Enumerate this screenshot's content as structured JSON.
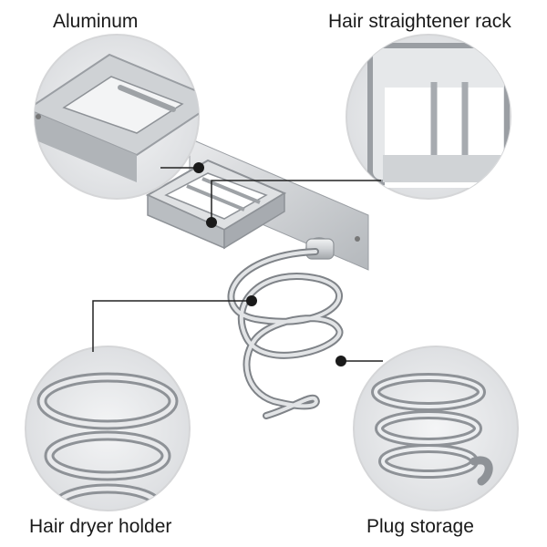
{
  "labels": {
    "aluminum": "Aluminum",
    "straightener_rack": "Hair straightener rack",
    "dryer_holder": "Hair dryer holder",
    "plug_storage": "Plug storage"
  },
  "icons": [
    "magnifier-callout-icon",
    "leader-dot-icon"
  ],
  "colors": {
    "metal_light": "#e6e7e9",
    "metal_mid": "#c2c5c9",
    "metal_dark": "#8e9297",
    "callout_border": "#d5d6d8",
    "leader_line": "#222222"
  }
}
